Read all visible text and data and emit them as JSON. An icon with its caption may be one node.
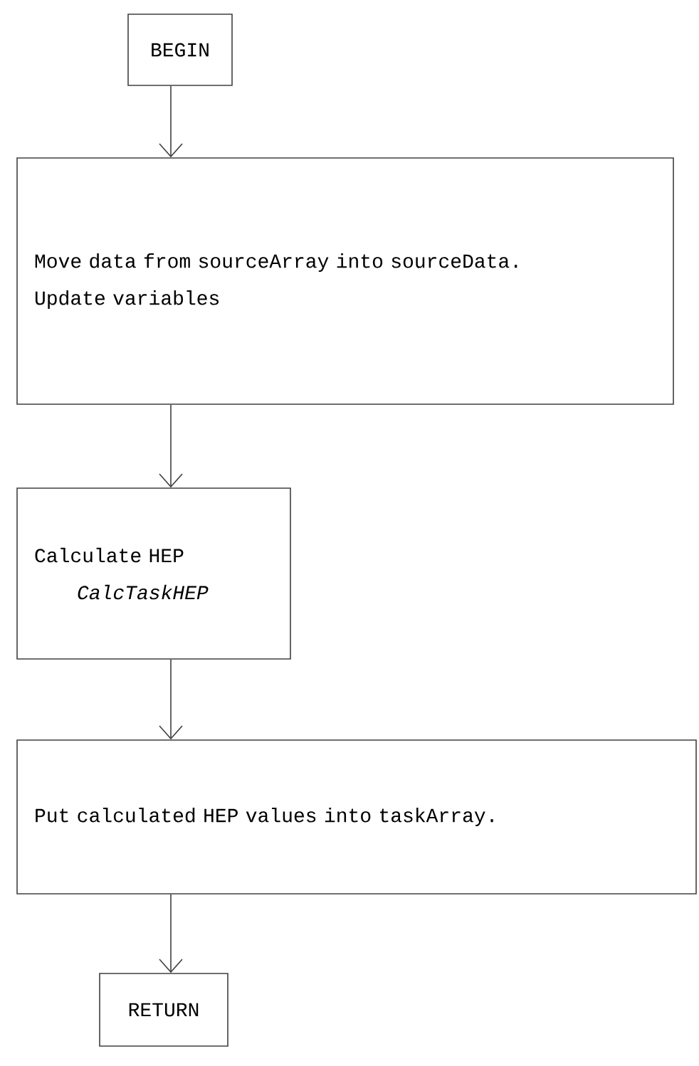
{
  "diagram": {
    "nodes": [
      {
        "text": [
          "BEGIN"
        ]
      },
      {
        "text": [
          "Move data from sourceArray into sourceData.",
          "Update variables"
        ]
      },
      {
        "text": [
          "Calculate HEP",
          "CalcTaskHEP"
        ]
      },
      {
        "text": [
          "Put calculated HEP values into taskArray."
        ]
      },
      {
        "text": [
          "RETURN"
        ]
      }
    ],
    "edges": [
      {
        "from": 0,
        "to": 1,
        "arrow": "to"
      },
      {
        "from": 1,
        "to": 2,
        "arrow": "to"
      },
      {
        "from": 2,
        "to": 3,
        "arrow": "to"
      },
      {
        "from": 3,
        "to": 4,
        "arrow": "to"
      }
    ]
  }
}
